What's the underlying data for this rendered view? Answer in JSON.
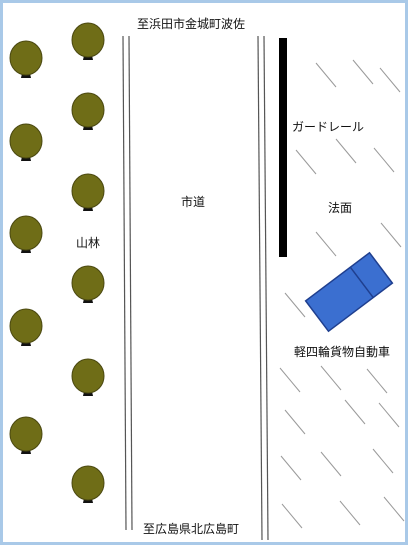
{
  "colors": {
    "frame": "#a9c9e8",
    "tree_crown": "#6f6d17",
    "tree_trunk": "#111111",
    "road_line": "#555555",
    "guardrail": "#000000",
    "vehicle_fill": "#3b6fd0",
    "vehicle_stroke": "#1f3f8f",
    "slope_hatch": "#9a9a9a"
  },
  "labels": {
    "north_destination": "至浜田市金城町波佐",
    "south_destination": "至広島県北広島町",
    "road": "市道",
    "forest": "山林",
    "guardrail": "ガードレール",
    "slope": "法面",
    "vehicle": "軽四輪貨物自動車"
  }
}
